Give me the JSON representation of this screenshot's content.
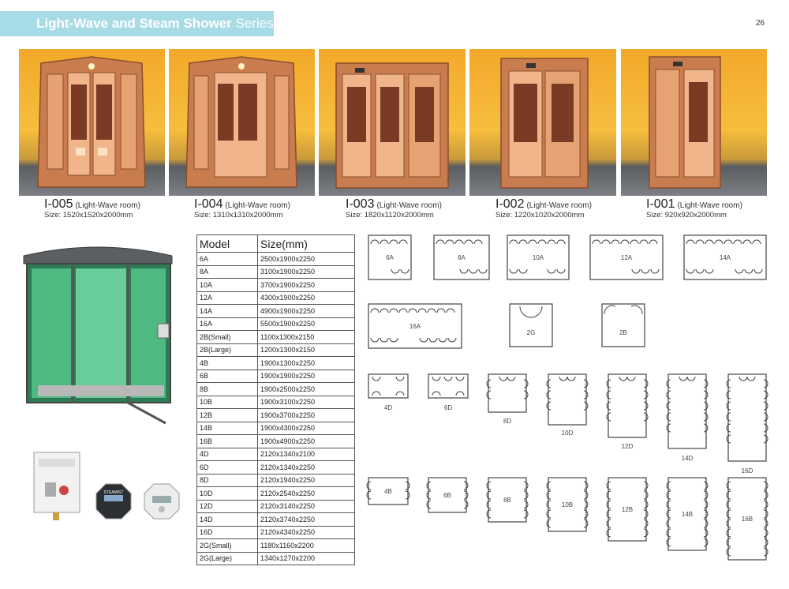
{
  "header": {
    "title_main": "Light-Wave and Steam Shower",
    "title_tail": "Series",
    "page_number": "26"
  },
  "rooms": [
    {
      "code": "I-005",
      "desc": "(Light-Wave room)",
      "size": "Size: 1520x1520x2000mm"
    },
    {
      "code": "I-004",
      "desc": "(Light-Wave room)",
      "size": "Size: 1310x1310x2000mm"
    },
    {
      "code": "I-003",
      "desc": "(Light-Wave room)",
      "size": "Size: 1820x1120x2000mm"
    },
    {
      "code": "I-002",
      "desc": "(Light-Wave room)",
      "size": "Size: 1220x1020x2000mm"
    },
    {
      "code": "I-001",
      "desc": "(Light-Wave room)",
      "size": "Size: 920x920x2000mm"
    }
  ],
  "controller_label": "STEAMIST",
  "spec_table": {
    "headers": [
      "Model",
      "Size(mm)"
    ],
    "rows": [
      [
        "6A",
        "2500x1900x2250"
      ],
      [
        "8A",
        "3100x1900x2250"
      ],
      [
        "10A",
        "3700x1900x2250"
      ],
      [
        "12A",
        "4300x1900x2250"
      ],
      [
        "14A",
        "4900x1900x2250"
      ],
      [
        "16A",
        "5500x1900x2250"
      ],
      [
        "2B(Small)",
        "1100x1300x2150"
      ],
      [
        "2B(Large)",
        "1200x1300x2150"
      ],
      [
        "4B",
        "1900x1300x2250"
      ],
      [
        "6B",
        "1900x1900x2250"
      ],
      [
        "8B",
        "1900x2500x2250"
      ],
      [
        "10B",
        "1900x3100x2250"
      ],
      [
        "12B",
        "1900x3700x2250"
      ],
      [
        "14B",
        "1900x4300x2250"
      ],
      [
        "16B",
        "1900x4900x2250"
      ],
      [
        "4D",
        "2120x1340x2100"
      ],
      [
        "6D",
        "2120x1340x2250"
      ],
      [
        "8D",
        "2120x1940x2250"
      ],
      [
        "10D",
        "2120x2540x2250"
      ],
      [
        "12D",
        "2120x3140x2250"
      ],
      [
        "14D",
        "2120x3740x2250"
      ],
      [
        "16D",
        "2120x4340x2250"
      ],
      [
        "2G(Small)",
        "1180x1160x2200"
      ],
      [
        "2G(Large)",
        "1340x1270x2200"
      ]
    ]
  },
  "layout_labels": {
    "6A": "6A",
    "8A": "8A",
    "10A": "10A",
    "12A": "12A",
    "14A": "14A",
    "16A": "16A",
    "2G": "2G",
    "2B": "2B",
    "4D": "4D",
    "6D": "6D",
    "8D": "8D",
    "10D": "10D",
    "12D": "12D",
    "14D": "14D",
    "16D": "16D",
    "4B": "4B",
    "6B": "6B",
    "8B": "8B",
    "10B": "10B",
    "12B": "12B",
    "14B": "14B",
    "16B": "16B"
  }
}
